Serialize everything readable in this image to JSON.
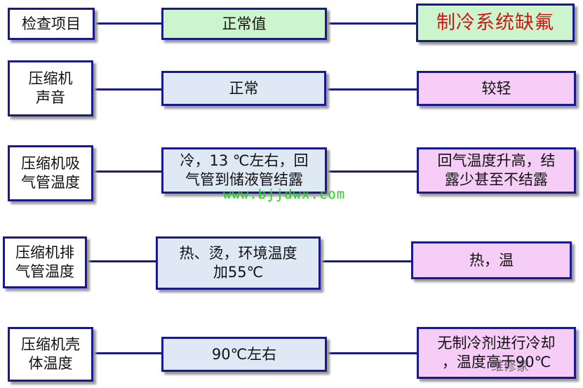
{
  "rows": [
    {
      "item": "检查项目",
      "normal": "正常值",
      "fault": "制冷系统缺氟"
    },
    {
      "item": "压缩机\n声音",
      "normal": "正常",
      "fault": "较轻"
    },
    {
      "item": "压缩机吸\n气管温度",
      "normal": "冷，13 ℃左右，回\n气管到储液管结露",
      "fault": "回气温度升高，结\n露少甚至不结露"
    },
    {
      "item": "压缩机排\n气管温度",
      "normal": "热、烫，环境温度\n加55℃",
      "fault": "热，温"
    },
    {
      "item": "压缩机壳\n体温度",
      "normal": "90℃左右",
      "fault": "无制冷剂进行冷却\n，温度高于90℃"
    }
  ],
  "watermark": "www.bjjdwx.com",
  "corner_watermark": "维修家"
}
